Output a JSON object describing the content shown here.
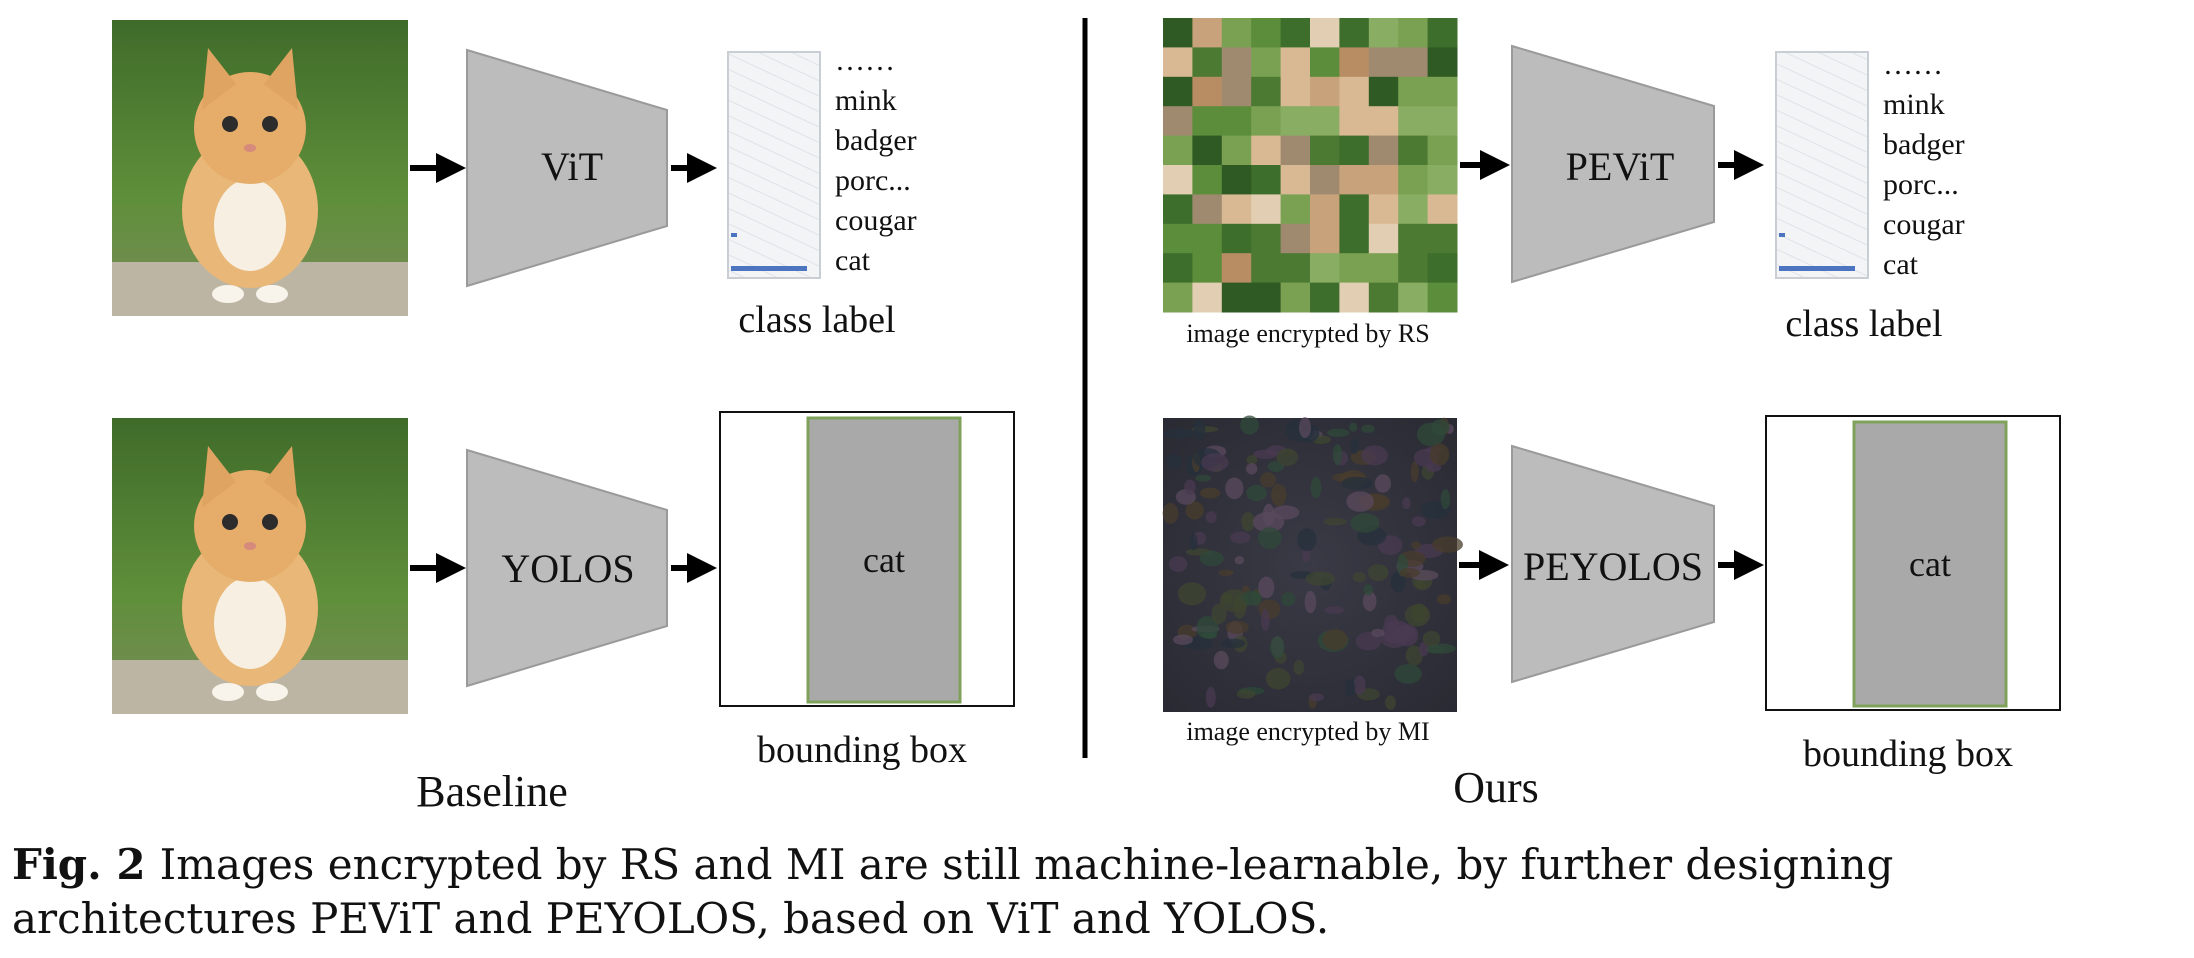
{
  "diagram": {
    "baseline": {
      "section_label": "Baseline",
      "classification": {
        "model": "ViT",
        "output_caption": "class label",
        "class_list": [
          "……",
          "mink",
          "badger",
          "porc...",
          "cougar",
          "cat"
        ]
      },
      "detection": {
        "model": "YOLOS",
        "box_label": "cat",
        "output_caption": "bounding box"
      }
    },
    "ours": {
      "section_label": "Ours",
      "classification": {
        "input_caption": "image encrypted by RS",
        "model": "PEViT",
        "output_caption": "class label",
        "class_list": [
          "……",
          "mink",
          "badger",
          "porc...",
          "cougar",
          "cat"
        ]
      },
      "detection": {
        "input_caption": "image encrypted by MI",
        "model": "PEYOLOS",
        "box_label": "cat",
        "output_caption": "bounding box"
      }
    }
  },
  "caption": {
    "label": "Fig. 2",
    "text": "Images encrypted by RS and MI are still machine-learnable, by further designing architectures PEViT and PEYOLOS, based on ViT and YOLOS."
  },
  "colors": {
    "model_fill": "#bcbcbc",
    "box_fill": "#a9a9a9",
    "box_border": "#7ea25a",
    "bar": "#4d74c0"
  }
}
